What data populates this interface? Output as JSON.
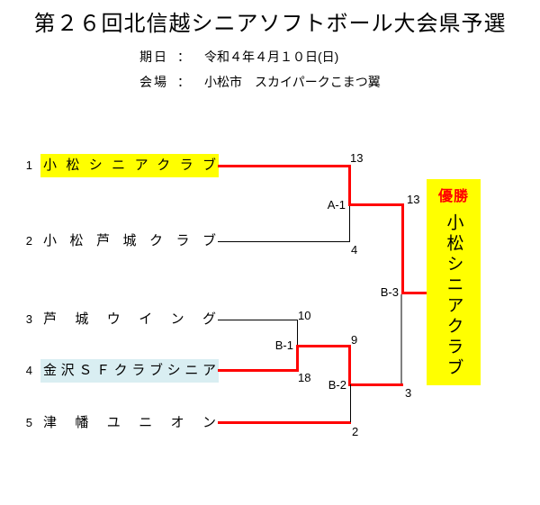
{
  "title": "第２６回北信越シニアソフトボール大会県予選",
  "info": {
    "date_label": "期日",
    "date_separator": "：",
    "date_value": "令和４年４月１０日(日)",
    "venue_label": "会場",
    "venue_separator": "：",
    "venue_value": "小松市　スカイパークこまつ翼"
  },
  "teams": [
    {
      "seed": "1",
      "name": "小松シニアクラブ"
    },
    {
      "seed": "2",
      "name": "小松芦城クラブ"
    },
    {
      "seed": "3",
      "name": "芦城ウイング"
    },
    {
      "seed": "4",
      "name": "金沢ＳＦクラブシニア"
    },
    {
      "seed": "5",
      "name": "津幡ユニオン"
    }
  ],
  "matches": {
    "a1": {
      "label": "A-1",
      "score_top": "13",
      "score_bottom": "4"
    },
    "b1": {
      "label": "B-1",
      "score_top": "10",
      "score_bottom": "18"
    },
    "b2": {
      "label": "B-2",
      "score_top": "9",
      "score_bottom": "2"
    },
    "b3": {
      "label": "B-3",
      "score_top": "13",
      "score_bottom": "3"
    }
  },
  "champion": {
    "label": "優勝",
    "name": "小松シニアクラブ"
  },
  "colors": {
    "winner_line": "#ff0000",
    "loser_line": "#000000",
    "connector_gray": "#808080",
    "seed1_highlight": "#ffff00",
    "seed4_highlight": "#d9eef2",
    "champion_bg": "#ffff00",
    "champion_label": "#ff0000"
  }
}
